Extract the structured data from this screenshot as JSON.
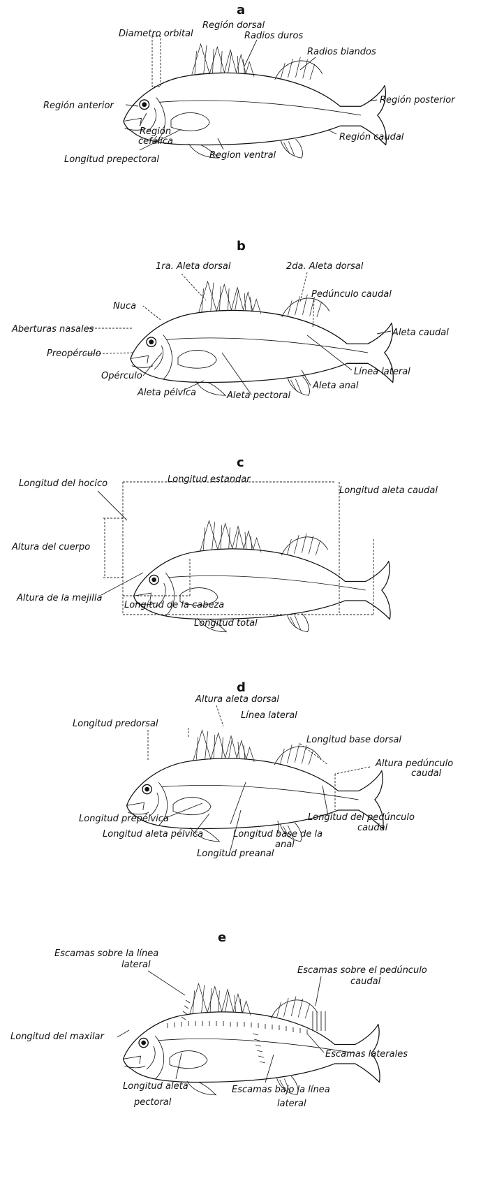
{
  "colors": {
    "ink": "#111111",
    "background": "#ffffff"
  },
  "panels": [
    {
      "letter": "a",
      "labels": [
        "Región dorsal",
        "Diametro orbital",
        "Radios duros",
        "Radios blandos",
        "Región anterior",
        "Región posterior",
        "Región",
        "cefálica",
        "Región caudal",
        "Longitud prepectoral",
        "Region ventral"
      ]
    },
    {
      "letter": "b",
      "labels": [
        "1ra. Aleta dorsal",
        "2da. Aleta dorsal",
        "Pedúnculo caudal",
        "Nuca",
        "Aberturas nasales",
        "Aleta caudal",
        "Preopérculo",
        "Línea lateral",
        "Opérculo",
        "Aleta anal",
        "Aleta pélvica",
        "Aleta pectoral"
      ]
    },
    {
      "letter": "c",
      "labels": [
        "Longitud del hocico",
        "Longitud estandar",
        "Longitud aleta caudal",
        "Altura del cuerpo",
        "Altura de la mejilla",
        "Longitud de la cabeza",
        "Longitud total"
      ]
    },
    {
      "letter": "d",
      "labels": [
        "Altura aleta dorsal",
        "Línea lateral",
        "Longitud predorsal",
        "Longitud base dorsal",
        "Altura pedúnculo",
        "caudal",
        "Longitud prepélvica",
        "Longitud del pedúnculo",
        "caudal",
        "Longitud aleta pélvica",
        "Longitud base de la",
        "anal",
        "Longitud preanal"
      ]
    },
    {
      "letter": "e",
      "labels": [
        "Escamas sobre la línea",
        "lateral",
        "Escamas sobre el pedúnculo",
        "caudal",
        "Longitud del maxilar",
        "Escamas laterales",
        "Longitud aleta",
        "pectoral",
        "Escamas bajo la línea",
        "lateral"
      ]
    }
  ]
}
